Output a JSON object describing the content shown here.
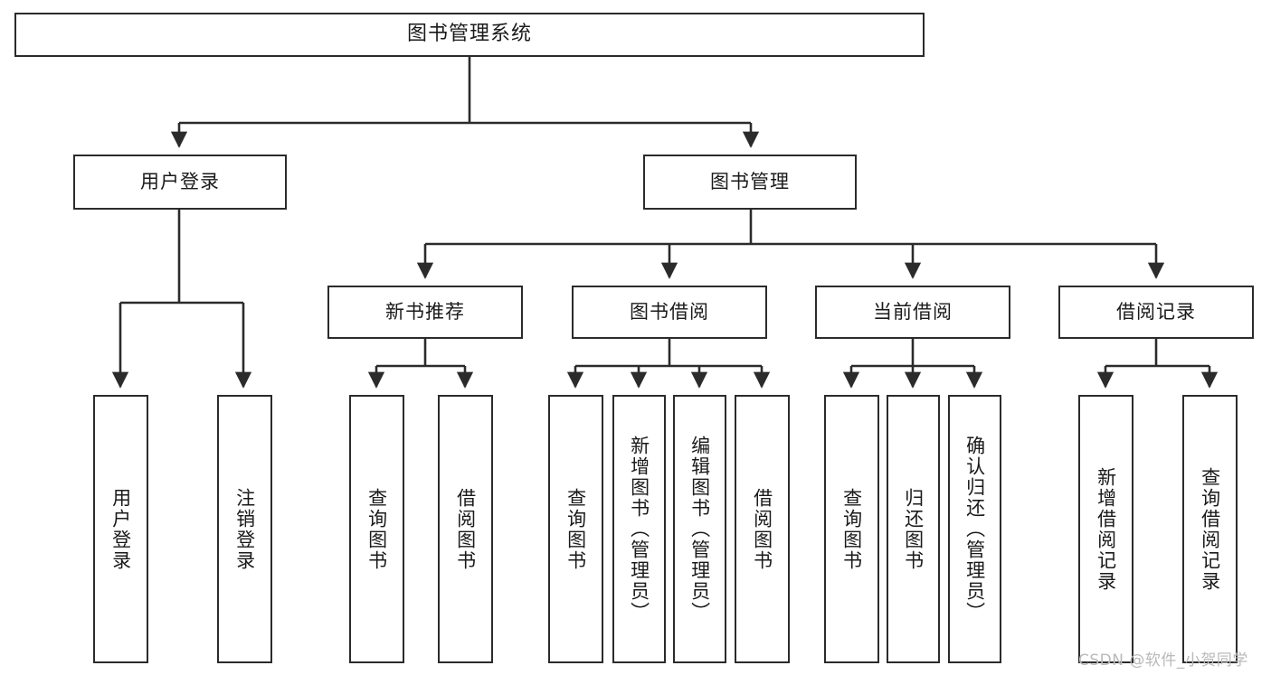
{
  "diagram": {
    "type": "tree",
    "title": "图书管理系统",
    "watermark": "CSDN @软件_小贺同学",
    "colors": {
      "stroke": "#2b2b2b",
      "fill": "#ffffff",
      "text": "#1a1a1a",
      "watermark": "#b9b9b9"
    },
    "levels": {
      "root": {
        "label": "图书管理系统"
      },
      "level2": [
        {
          "label": "用户登录"
        },
        {
          "label": "图书管理"
        }
      ],
      "level3": [
        {
          "label": "新书推荐"
        },
        {
          "label": "图书借阅"
        },
        {
          "label": "当前借阅"
        },
        {
          "label": "借阅记录"
        }
      ]
    },
    "nodes": {
      "root": "图书管理系统",
      "user_login": "用户登录",
      "book_manage": "图书管理",
      "new_book_rec": "新书推荐",
      "book_borrow": "图书借阅",
      "current_borrow": "当前借阅",
      "borrow_record": "借阅记录",
      "leaf_user_login": "用户登录",
      "leaf_logout": "注销登录",
      "leaf_query_book_1": "查询图书",
      "leaf_borrow_book_1": "借阅图书",
      "leaf_query_book_2": "查询图书",
      "leaf_add_book_admin": "新增图书（管理员）",
      "leaf_edit_book_admin": "编辑图书（管理员）",
      "leaf_borrow_book_2": "借阅图书",
      "leaf_query_book_3": "查询图书",
      "leaf_return_book": "归还图书",
      "leaf_confirm_return_admin": "确认归还（管理员）",
      "leaf_add_record": "新增借阅记录",
      "leaf_query_record": "查询借阅记录"
    }
  }
}
